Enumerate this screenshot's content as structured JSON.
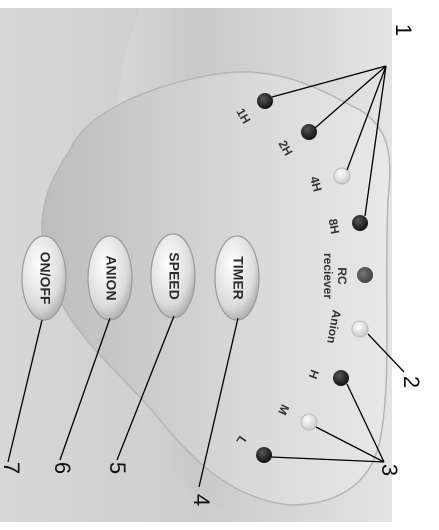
{
  "buttons": {
    "onoff": "ON/OFF",
    "anion": "ANION",
    "speed": "SPEED",
    "timer": "TIMER"
  },
  "indicators": {
    "h1": "1H",
    "h2": "2H",
    "h4": "4H",
    "h8": "8H",
    "rc_line1": "RC",
    "rc_line2": "reciever",
    "anion": "Anion",
    "high": "H",
    "medium": "M",
    "low": "L"
  },
  "callouts": {
    "c1": "1",
    "c2": "2",
    "c3": "3",
    "c4": "4",
    "c5": "5",
    "c6": "6",
    "c7": "7"
  },
  "colors": {
    "led_on": "#1a1a1a",
    "led_off": "#f2f2f2",
    "panel": "#d6d6d6"
  }
}
